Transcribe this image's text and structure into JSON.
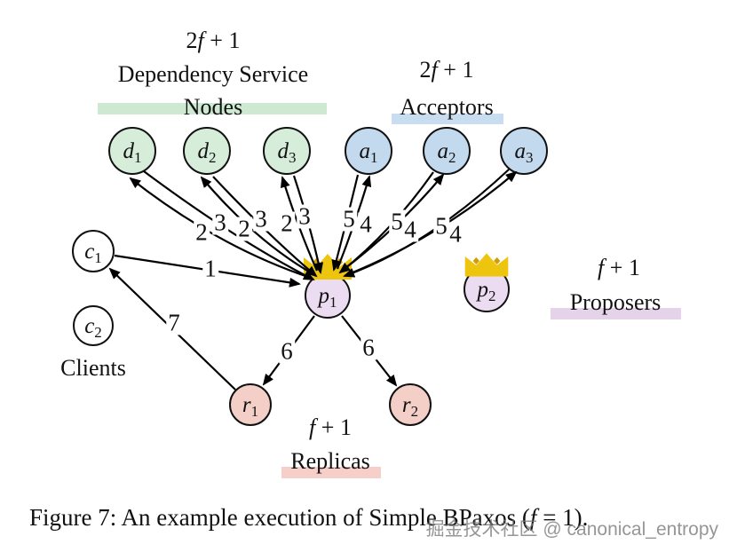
{
  "caption": {
    "pre": "Figure 7: An example execution of Simple BPaxos (",
    "var": "f",
    "post": " = 1)."
  },
  "watermark": "掘金技术社区 @ canonical_entropy",
  "groups": {
    "dependency": {
      "count": {
        "prefix": "2",
        "var": "f",
        "suffix": " + 1"
      },
      "line1": "Dependency Service",
      "line2": "Nodes",
      "highlight": "#cde9d1"
    },
    "acceptors": {
      "count": {
        "prefix": "2",
        "var": "f",
        "suffix": " + 1"
      },
      "name": "Acceptors",
      "highlight": "#c9ddf0"
    },
    "proposers": {
      "count": {
        "prefix": "",
        "var": "f",
        "suffix": " + 1"
      },
      "name": "Proposers",
      "highlight": "#e5d3ea"
    },
    "replicas": {
      "count": {
        "prefix": "",
        "var": "f",
        "suffix": " + 1"
      },
      "name": "Replicas",
      "highlight": "#f6cfc8"
    },
    "clients": {
      "name": "Clients"
    }
  },
  "nodes": {
    "d1": {
      "base": "d",
      "sub": "1",
      "fill": "#d6edda"
    },
    "d2": {
      "base": "d",
      "sub": "2",
      "fill": "#d6edda"
    },
    "d3": {
      "base": "d",
      "sub": "3",
      "fill": "#d6edda"
    },
    "a1": {
      "base": "a",
      "sub": "1",
      "fill": "#c3d9ed"
    },
    "a2": {
      "base": "a",
      "sub": "2",
      "fill": "#c3d9ed"
    },
    "a3": {
      "base": "a",
      "sub": "3",
      "fill": "#c3d9ed"
    },
    "c1": {
      "base": "c",
      "sub": "1",
      "fill": "#ffffff"
    },
    "c2": {
      "base": "c",
      "sub": "2",
      "fill": "#ffffff"
    },
    "p1": {
      "base": "p",
      "sub": "1",
      "fill": "#ecdcf1"
    },
    "p2": {
      "base": "p",
      "sub": "2",
      "fill": "#ecdcf1"
    },
    "r1": {
      "base": "r",
      "sub": "1",
      "fill": "#f4cfc7"
    },
    "r2": {
      "base": "r",
      "sub": "2",
      "fill": "#f4cfc7"
    }
  },
  "messages": {
    "client_request": "1",
    "dep_send": "2",
    "dep_reply": "3",
    "acc_send": "4",
    "acc_reply": "5",
    "to_replicas": "6",
    "client_response": "7"
  },
  "colors": {
    "crown": "#edc40e",
    "crown_gem": "#d09d05",
    "arrow": "#000000"
  }
}
